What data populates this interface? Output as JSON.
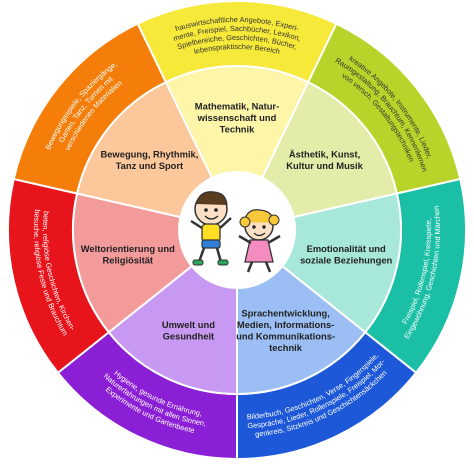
{
  "segments": [
    {
      "key": "mathematik",
      "label": [
        "Mathematik, Natur-",
        "wissenschaft und",
        "Technik"
      ],
      "inner_color": "#fdf5a8",
      "outer_color": "#f7e93a",
      "outer_text": [
        "hauswirtschaftliche Angebote, Experi-",
        "mente, Freispiel, Sachbücher, Lexikon,",
        "Spielbereiche, Geschichten, Bücher,",
        "lebenspraktischer Bereich"
      ],
      "dark_text": true
    },
    {
      "key": "aesthetik",
      "label": [
        "Ästhetik, Kunst,",
        "Kultur und Musik"
      ],
      "inner_color": "#e4ecaa",
      "outer_color": "#b8d42a",
      "outer_text": [
        "kreative Angebote, Instrumente, Lieder,",
        "Raumgestaltung, Brauchtum, Kennenlernen",
        "von versch. Gestaltungstechniken"
      ],
      "dark_text": true
    },
    {
      "key": "emotionalitaet",
      "label": [
        "Emotionalität und",
        "soziale Beziehungen"
      ],
      "inner_color": "#a7e8db",
      "outer_color": "#1bbfa5",
      "outer_text": [
        "Freispiel, Rollenspiel, Kreisspiele,",
        "Eingewöhnung, Geschichten und Märchen"
      ],
      "dark_text": false
    },
    {
      "key": "sprache",
      "label": [
        "Sprachentwicklung,",
        "Medien, Informations-",
        "und Kommunikations-",
        "technik"
      ],
      "inner_color": "#9bbff5",
      "outer_color": "#1c58d8",
      "outer_text": [
        "Bilderbuch, Geschichten, Verse, Fingerspiele,",
        "Gespräche, Lieder, Rollenspiele, Freispiel, Mor-",
        "genkreis, Sitzkreis und Geschichtensäckchen"
      ],
      "dark_text": false
    },
    {
      "key": "umwelt",
      "label": [
        "Umwelt und",
        "Gesundheit"
      ],
      "inner_color": "#c899f2",
      "outer_color": "#8a1fd6",
      "outer_text": [
        "Hygiene, gesunde Ernährung,",
        "Naturerfahrungen mit allen Sinnen,",
        "Experimente und Gartenbeete"
      ],
      "dark_text": false
    },
    {
      "key": "weltorientierung",
      "label": [
        "Weltorientierung und",
        "Religiösität"
      ],
      "inner_color": "#f39b9b",
      "outer_color": "#e8141c",
      "outer_text": [
        "beten, religiöse Geschichten, Kirchen-",
        "besuche, religiöse Feste und Brauchtum"
      ],
      "dark_text": false
    },
    {
      "key": "bewegung",
      "label": [
        "Bewegung, Rhythmik,",
        "Tanz und Sport"
      ],
      "inner_color": "#fcc79a",
      "outer_color": "#f57e0a",
      "outer_text": [
        "Bewegungsspiele, Spaziergänge,",
        "Garten, Tanz, Turnen mit",
        "verschiedenen Materialien"
      ],
      "dark_text": false
    }
  ]
}
